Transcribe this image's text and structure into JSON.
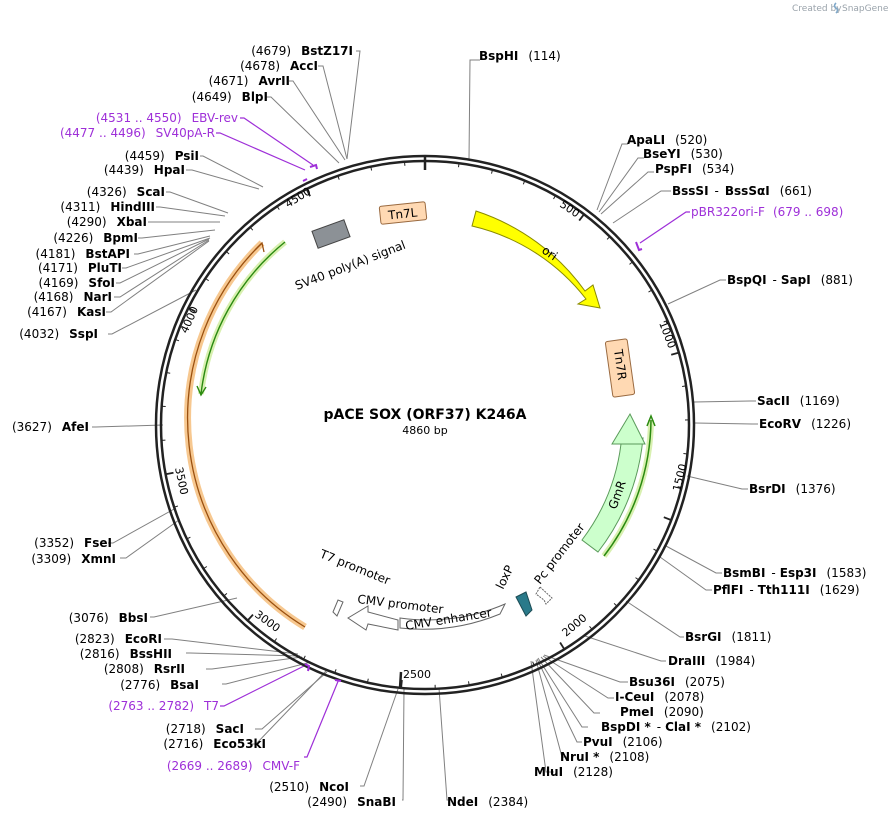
{
  "credit": {
    "text": "Created by",
    "brand": "SnapGene"
  },
  "plasmid": {
    "name": "pACE SOX (ORF37) K246A",
    "size": "4860 bp",
    "length": 4860
  },
  "ticks": [
    "500",
    "1000",
    "1500",
    "2000",
    "2500",
    "3000",
    "3500",
    "4000",
    "4500"
  ],
  "sites": [
    {
      "name": "BspHI",
      "pos": "(114)"
    },
    {
      "name": "ApaLI",
      "pos": "(520)"
    },
    {
      "name": "BseYI",
      "pos": "(530)"
    },
    {
      "name": "PspFI",
      "pos": "(534)"
    },
    {
      "name": "BssSI",
      "sep": "-",
      "name2": "BssSαI",
      "pos": "(661)"
    },
    {
      "name": "BspQI",
      "sep": "-",
      "name2": "SapI",
      "pos": "(881)"
    },
    {
      "name": "SacII",
      "pos": "(1169)"
    },
    {
      "name": "EcoRV",
      "pos": "(1226)"
    },
    {
      "name": "BsrDI",
      "pos": "(1376)"
    },
    {
      "name": "BsmBI",
      "sep": "-",
      "name2": "Esp3I",
      "pos": "(1583)"
    },
    {
      "name": "PflFI",
      "sep": "-",
      "name2": "Tth111I",
      "pos": "(1629)"
    },
    {
      "name": "BsrGI",
      "pos": "(1811)"
    },
    {
      "name": "DraIII",
      "pos": "(1984)"
    },
    {
      "name": "Bsu36I",
      "pos": "(2075)"
    },
    {
      "name": "I-CeuI",
      "pos": "(2078)"
    },
    {
      "name": "PmeI",
      "pos": "(2090)"
    },
    {
      "name": "BspDI *",
      "sep": "-",
      "name2": "ClaI *",
      "pos": "(2102)"
    },
    {
      "name": "PvuI",
      "pos": "(2106)"
    },
    {
      "name": "NruI *",
      "pos": "(2108)"
    },
    {
      "name": "MluI",
      "pos": "(2128)"
    },
    {
      "name": "NdeI",
      "pos": "(2384)"
    },
    {
      "name": "SnaBI",
      "pos": "(2490)"
    },
    {
      "name": "NcoI",
      "pos": "(2510)"
    },
    {
      "name": "Eco53kI",
      "pos": "(2716)"
    },
    {
      "name": "SacI",
      "pos": "(2718)"
    },
    {
      "name": "BsaI",
      "pos": "(2776)"
    },
    {
      "name": "RsrII",
      "pos": "(2808)"
    },
    {
      "name": "BssHII",
      "pos": "(2816)"
    },
    {
      "name": "EcoRI",
      "pos": "(2823)"
    },
    {
      "name": "BbsI",
      "pos": "(3076)"
    },
    {
      "name": "XmnI",
      "pos": "(3309)"
    },
    {
      "name": "FseI",
      "pos": "(3352)"
    },
    {
      "name": "AfeI",
      "pos": "(3627)"
    },
    {
      "name": "SspI",
      "pos": "(4032)"
    },
    {
      "name": "KasI",
      "pos": "(4167)"
    },
    {
      "name": "NarI",
      "pos": "(4168)"
    },
    {
      "name": "SfoI",
      "pos": "(4169)"
    },
    {
      "name": "PluTI",
      "pos": "(4171)"
    },
    {
      "name": "BstAPI",
      "pos": "(4181)"
    },
    {
      "name": "BpmI",
      "pos": "(4226)"
    },
    {
      "name": "XbaI",
      "pos": "(4290)"
    },
    {
      "name": "HindIII",
      "pos": "(4311)"
    },
    {
      "name": "ScaI",
      "pos": "(4326)"
    },
    {
      "name": "HpaI",
      "pos": "(4439)"
    },
    {
      "name": "PsiI",
      "pos": "(4459)"
    },
    {
      "name": "BlpI",
      "pos": "(4649)"
    },
    {
      "name": "AvrII",
      "pos": "(4671)"
    },
    {
      "name": "AccI",
      "pos": "(4678)"
    },
    {
      "name": "BstZ17I",
      "pos": "(4679)"
    }
  ],
  "primers": [
    {
      "name": "pBR322ori-F",
      "range": "(679 .. 698)"
    },
    {
      "name": "T7",
      "range": "(2763 .. 2782)"
    },
    {
      "name": "CMV-F",
      "range": "(2669 .. 2689)"
    },
    {
      "name": "EBV-rev",
      "range": "(4531 .. 4550)"
    },
    {
      "name": "SV40pA-R",
      "range": "(4477 .. 4496)"
    }
  ],
  "features": {
    "ori": "ori",
    "tn7l": "Tn7L",
    "tn7r": "Tn7R",
    "gmr": "GmR",
    "pc_promoter": "Pc promoter",
    "loxp": "loxP",
    "cmv_enhancer": "CMV enhancer",
    "cmv_promoter": "CMV promoter",
    "t7_promoter": "T7 promoter",
    "sv40": "SV40 poly(A) signal"
  },
  "colors": {
    "ori": "#ffff00",
    "gmr": "#ccffcc",
    "tn7": "#ffd9b3",
    "loxp": "#2a7a8a",
    "sv40": "#8c9196",
    "primer": "#9e2fd8",
    "orf_orange": "#f0a030",
    "orf_green": "#2a8a10",
    "backbone": "#222222",
    "leader": "#808080"
  }
}
